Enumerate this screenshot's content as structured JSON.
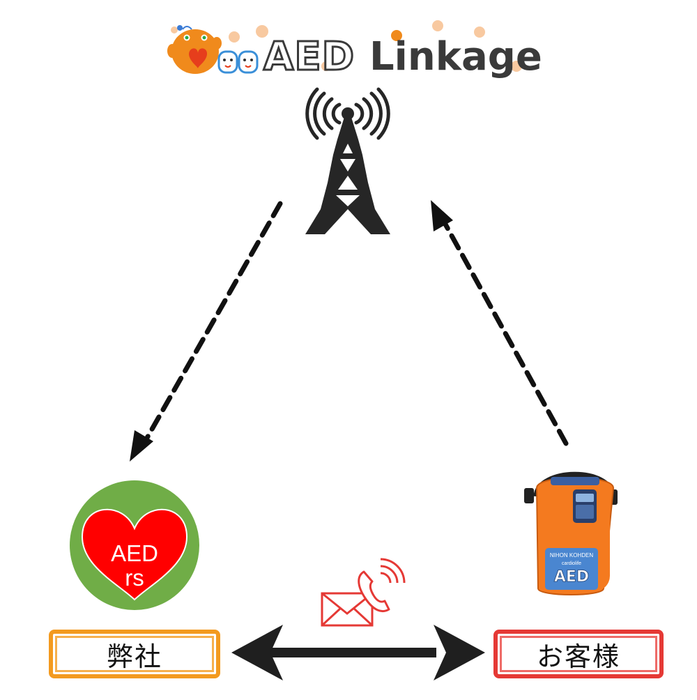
{
  "logo": {
    "part1": "AED",
    "part2": "Linkage"
  },
  "company_icon": {
    "line1": "AED",
    "line2": "rs"
  },
  "device": {
    "brand": "NIHON KOHDEN",
    "model": "cardiolife",
    "label": "AED"
  },
  "labels": {
    "left": "弊社",
    "right": "お客様"
  },
  "colors": {
    "orange": "#f39a1f",
    "red": "#e53935",
    "green": "#70ad47",
    "heart_red": "#ff0000",
    "dark": "#262626",
    "dot_peach": "#f8c9a0"
  },
  "icons": {
    "tower": "radio-tower-icon",
    "contact": "mail-phone-icon",
    "heart": "heart-icon",
    "device": "aed-device-icon"
  }
}
